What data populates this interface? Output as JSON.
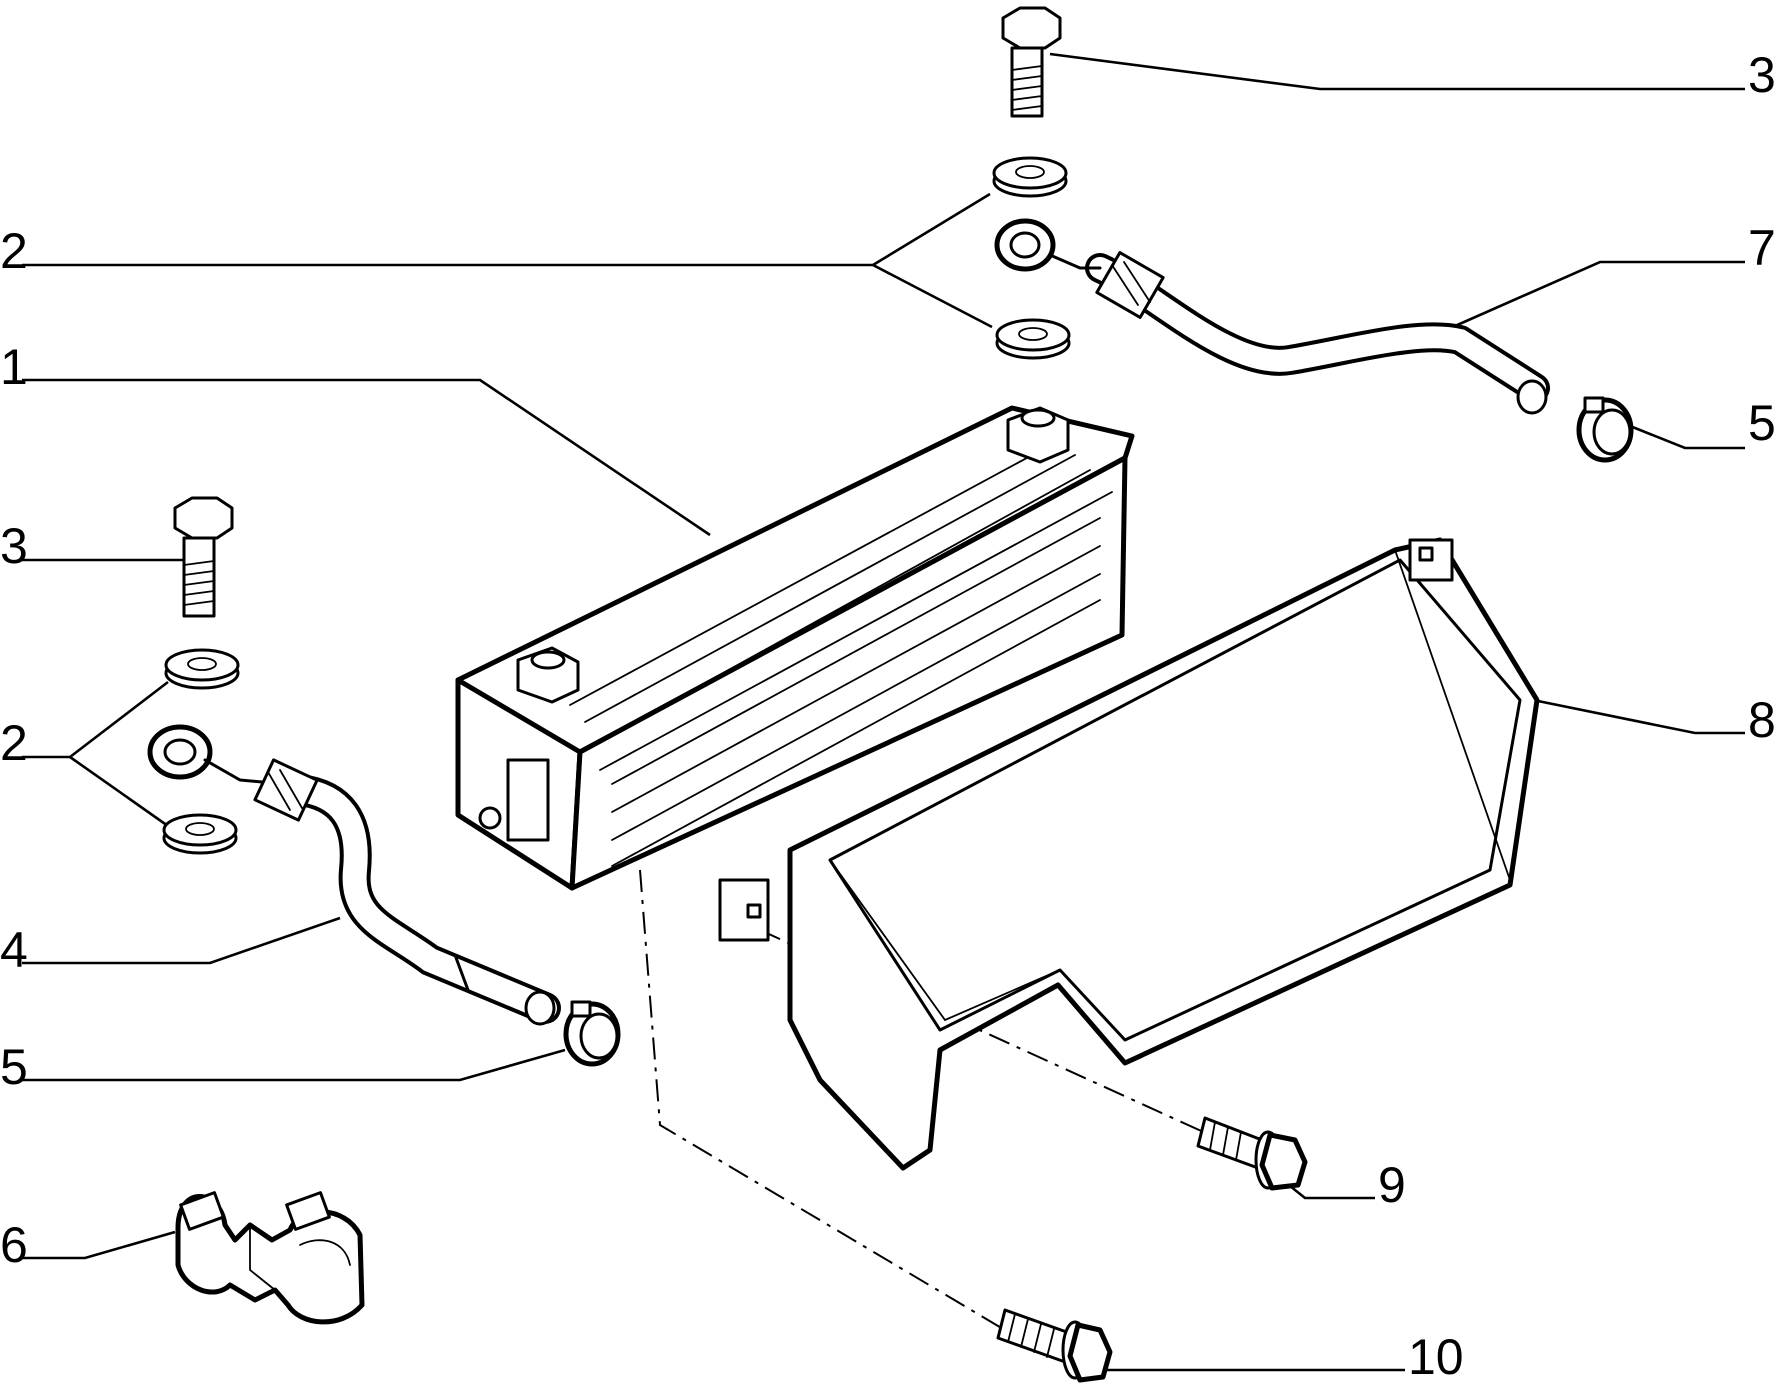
{
  "callouts": {
    "c1": "1",
    "c2a": "2",
    "c2b": "2",
    "c3a": "3",
    "c3b": "3",
    "c4": "4",
    "c5a": "5",
    "c5b": "5",
    "c6": "6",
    "c7": "7",
    "c8": "8",
    "c9": "9",
    "c10": "10"
  },
  "parts": [
    {
      "ref": "1",
      "name": "oil-cooler"
    },
    {
      "ref": "2",
      "name": "sealing-washer"
    },
    {
      "ref": "3",
      "name": "banjo-bolt"
    },
    {
      "ref": "4",
      "name": "oil-pipe-lower"
    },
    {
      "ref": "5",
      "name": "hose-clamp"
    },
    {
      "ref": "6",
      "name": "pipe-clip"
    },
    {
      "ref": "7",
      "name": "oil-pipe-upper"
    },
    {
      "ref": "8",
      "name": "cooler-shroud"
    },
    {
      "ref": "9",
      "name": "flange-screw"
    },
    {
      "ref": "10",
      "name": "flange-bolt"
    }
  ],
  "colors": {
    "ink": "#000000",
    "paper": "#ffffff"
  }
}
